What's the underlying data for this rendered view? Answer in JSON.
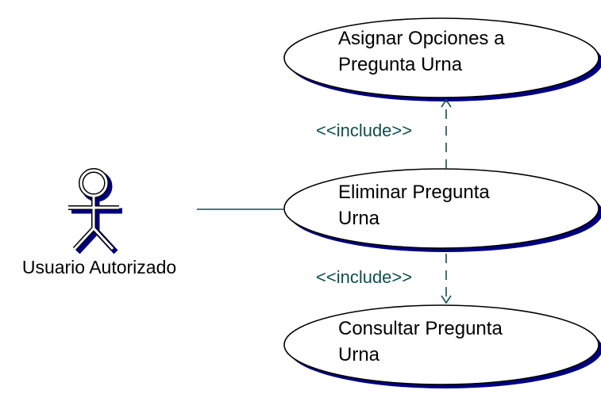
{
  "diagram": {
    "actor": {
      "name": "Usuario Autorizado"
    },
    "use_cases": [
      {
        "id": "asignar",
        "lines": [
          "Asignar Opciones a",
          "Pregunta Urna"
        ]
      },
      {
        "id": "eliminar",
        "lines": [
          "Eliminar Pregunta",
          "Urna"
        ]
      },
      {
        "id": "consultar",
        "lines": [
          "Consultar Pregunta",
          "Urna"
        ]
      }
    ],
    "relations": [
      {
        "type": "association",
        "from": "Usuario Autorizado",
        "to": "eliminar"
      },
      {
        "type": "include",
        "label": "<<include>>",
        "from": "eliminar",
        "to": "asignar"
      },
      {
        "type": "include",
        "label": "<<include>>",
        "from": "eliminar",
        "to": "consultar"
      }
    ],
    "colors": {
      "connector": "#0f4f4f",
      "shadow": "#000080",
      "outline": "#000000",
      "fill": "#ffffff"
    }
  }
}
